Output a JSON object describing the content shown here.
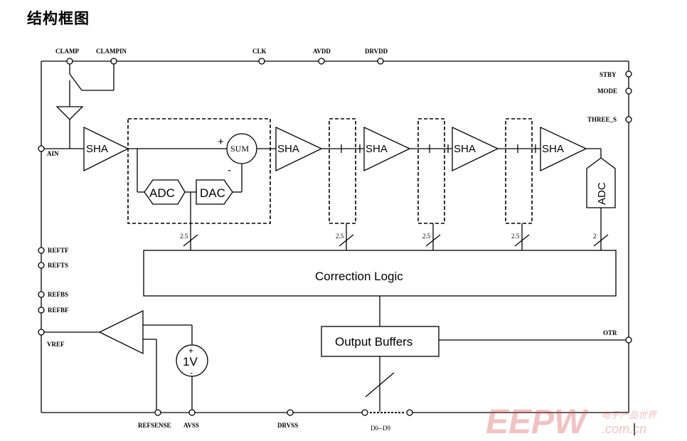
{
  "title": "结构框图",
  "pins": {
    "clamp": "CLAMP",
    "clampin": "CLAMPIN",
    "clk": "CLK",
    "avdd": "AVDD",
    "drvdd": "DRVDD",
    "stby": "STBY",
    "mode": "MODE",
    "three_s": "THREE_S",
    "ain": "AIN",
    "reftf": "REFTF",
    "refts": "REFTS",
    "refbs": "REFBS",
    "refbf": "REFBF",
    "vref": "VREF",
    "otr": "OTR",
    "refsense": "REFSENSE",
    "avss": "AVSS",
    "drvss": "DRVSS",
    "d0_d9": "D0--D9"
  },
  "blocks": {
    "sha": "SHA",
    "sum": "SUM",
    "adc": "ADC",
    "dac": "DAC",
    "correction_logic": "Correction Logic",
    "output_buffers": "Output Buffers",
    "ref_voltage": "1V",
    "plus": "+",
    "minus": "-"
  },
  "bus_widths": [
    "2.5",
    "2.5",
    "2.5",
    "2.5",
    "2"
  ],
  "watermark": {
    "logo": "EEPW",
    "tagline": "电子产品世界",
    "domain": ".com.cn"
  }
}
